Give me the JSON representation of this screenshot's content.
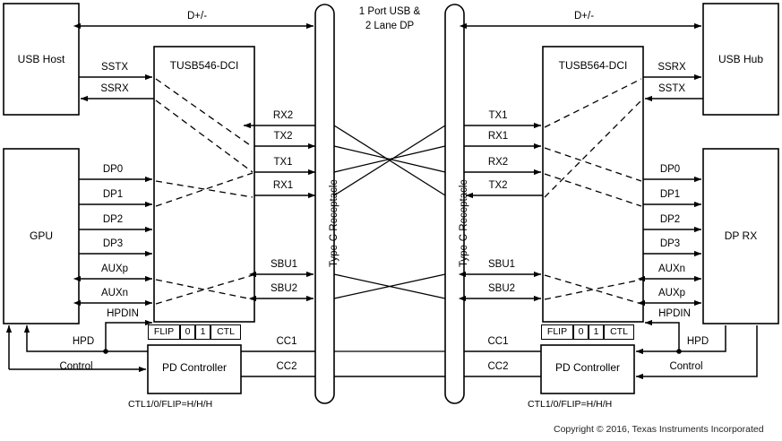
{
  "figure": {
    "title_center": "1 Port USB & 2 Lane DP",
    "title_center_line1": "1 Port USB &",
    "title_center_line2": "2 Lane DP",
    "copyright": "Copyright © 2016, Texas Instruments Incorporated",
    "background_color": "#ffffff",
    "line_color": "#000000",
    "dashed_color": "#000000"
  },
  "blocks": {
    "usb_host": {
      "label": "USB Host"
    },
    "gpu": {
      "label": "GPU"
    },
    "tusb546": {
      "label": "TUSB546-DCI"
    },
    "pd_left": {
      "label": "PD Controller"
    },
    "receptacle_left": {
      "label": "Type-C Receptacle"
    },
    "receptacle_right": {
      "label": "Type-C Receptacle"
    },
    "tusb564": {
      "label": "TUSB564-DCI"
    },
    "pd_right": {
      "label": "PD Controller"
    },
    "usb_hub": {
      "label": "USB Hub"
    },
    "dp_rx": {
      "label": "DP RX"
    }
  },
  "strap_left": {
    "cells": [
      "FLIP",
      "0",
      "1",
      "CTL"
    ],
    "caption": "CTL1/0/FLIP=H/H/H"
  },
  "strap_right": {
    "cells": [
      "FLIP",
      "0",
      "1",
      "CTL"
    ],
    "caption": "CTL1/0/FLIP=H/H/H"
  },
  "signals_left_outer": [
    {
      "name": "D+/-",
      "dir": "bidir"
    },
    {
      "name": "SSTX",
      "dir": "right"
    },
    {
      "name": "SSRX",
      "dir": "left"
    },
    {
      "name": "DP0",
      "dir": "right"
    },
    {
      "name": "DP1",
      "dir": "right"
    },
    {
      "name": "DP2",
      "dir": "right"
    },
    {
      "name": "DP3",
      "dir": "right"
    },
    {
      "name": "AUXp",
      "dir": "bidir"
    },
    {
      "name": "AUXn",
      "dir": "bidir"
    },
    {
      "name": "HPDIN",
      "dir": "right"
    },
    {
      "name": "HPD",
      "dir": "left"
    },
    {
      "name": "Control",
      "dir": "right"
    }
  ],
  "signals_left_inner": [
    {
      "name": "RX2",
      "dir": "left"
    },
    {
      "name": "TX2",
      "dir": "right"
    },
    {
      "name": "TX1",
      "dir": "right"
    },
    {
      "name": "RX1",
      "dir": "right"
    },
    {
      "name": "SBU1",
      "dir": "bidir"
    },
    {
      "name": "SBU2",
      "dir": "bidir"
    },
    {
      "name": "CC1",
      "dir": "none"
    },
    {
      "name": "CC2",
      "dir": "none"
    }
  ],
  "signals_right_inner": [
    {
      "name": "TX1",
      "dir": "right"
    },
    {
      "name": "RX1",
      "dir": "right"
    },
    {
      "name": "RX2",
      "dir": "right"
    },
    {
      "name": "TX2",
      "dir": "left"
    },
    {
      "name": "SBU1",
      "dir": "bidir"
    },
    {
      "name": "SBU2",
      "dir": "bidir"
    },
    {
      "name": "CC1",
      "dir": "none"
    },
    {
      "name": "CC2",
      "dir": "none"
    }
  ],
  "signals_right_outer": [
    {
      "name": "D+/-",
      "dir": "bidir"
    },
    {
      "name": "SSRX",
      "dir": "right"
    },
    {
      "name": "SSTX",
      "dir": "left"
    },
    {
      "name": "DP0",
      "dir": "right"
    },
    {
      "name": "DP1",
      "dir": "right"
    },
    {
      "name": "DP2",
      "dir": "right"
    },
    {
      "name": "DP3",
      "dir": "right"
    },
    {
      "name": "AUXn",
      "dir": "bidir"
    },
    {
      "name": "AUXp",
      "dir": "bidir"
    },
    {
      "name": "HPDIN",
      "dir": "left"
    },
    {
      "name": "HPD",
      "dir": "right"
    },
    {
      "name": "Control",
      "dir": "left"
    }
  ]
}
